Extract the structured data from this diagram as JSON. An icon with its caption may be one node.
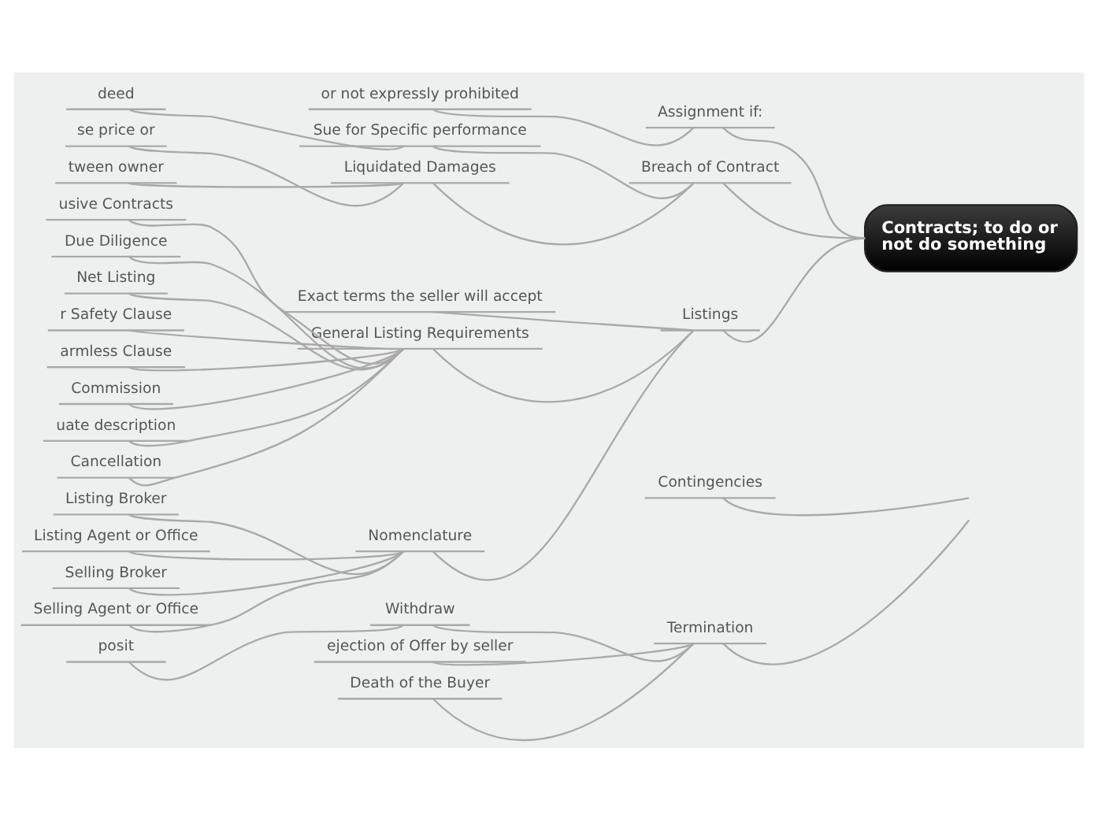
{
  "diagram": {
    "nodes": [
      {
        "text": [
          "Contracts; to do or not do something"
        ]
      },
      {
        "text": [
          "Assignment if:"
        ]
      },
      {
        "text": [
          "or not expressly prohibited"
        ]
      },
      {
        "text": [
          "Breach of Contract"
        ]
      },
      {
        "text": [
          "Sue for Specific performance"
        ]
      },
      {
        "text": [
          "deed"
        ]
      },
      {
        "text": [
          "Liquidated Damages"
        ]
      },
      {
        "text": [
          "se price or"
        ]
      },
      {
        "text": [
          "tween owner"
        ]
      },
      {
        "text": [
          "Listings"
        ]
      },
      {
        "text": [
          "Exact terms the seller will accept"
        ]
      },
      {
        "text": [
          "General Listing Requirements"
        ]
      },
      {
        "text": [
          "usive Contracts"
        ]
      },
      {
        "text": [
          "Due Diligence"
        ]
      },
      {
        "text": [
          "Net Listing"
        ]
      },
      {
        "text": [
          "r Safety Clause"
        ]
      },
      {
        "text": [
          "armless Clause"
        ]
      },
      {
        "text": [
          "Commission"
        ]
      },
      {
        "text": [
          "uate description"
        ]
      },
      {
        "text": [
          "Cancellation"
        ]
      },
      {
        "text": [
          "Nomenclature"
        ]
      },
      {
        "text": [
          "Listing Broker"
        ]
      },
      {
        "text": [
          "Listing Agent or Office"
        ]
      },
      {
        "text": [
          "Selling Broker"
        ]
      },
      {
        "text": [
          "Selling Agent or Office"
        ]
      },
      {
        "text": [
          "Contingencies"
        ]
      },
      {
        "text": [
          "Termination"
        ]
      },
      {
        "text": [
          "Withdraw"
        ]
      },
      {
        "text": [
          "posit"
        ]
      },
      {
        "text": [
          "ejection of Offer by seller"
        ]
      },
      {
        "text": [
          "Death of the Buyer"
        ]
      }
    ],
    "edges": [
      {
        "from": 0,
        "to": 1,
        "arrow": "none"
      },
      {
        "from": 1,
        "to": 2,
        "arrow": "none"
      },
      {
        "from": 0,
        "to": 3,
        "arrow": "none"
      },
      {
        "from": 3,
        "to": 4,
        "arrow": "none"
      },
      {
        "from": 4,
        "to": 5,
        "arrow": "none"
      },
      {
        "from": 3,
        "to": 6,
        "arrow": "none"
      },
      {
        "from": 6,
        "to": 7,
        "arrow": "none"
      },
      {
        "from": 6,
        "to": 8,
        "arrow": "none"
      },
      {
        "from": 0,
        "to": 9,
        "arrow": "none"
      },
      {
        "from": 9,
        "to": 10,
        "arrow": "none"
      },
      {
        "from": 9,
        "to": 11,
        "arrow": "none"
      },
      {
        "from": 11,
        "to": 12,
        "arrow": "none"
      },
      {
        "from": 11,
        "to": 13,
        "arrow": "none"
      },
      {
        "from": 11,
        "to": 14,
        "arrow": "none"
      },
      {
        "from": 11,
        "to": 15,
        "arrow": "none"
      },
      {
        "from": 11,
        "to": 16,
        "arrow": "none"
      },
      {
        "from": 11,
        "to": 17,
        "arrow": "none"
      },
      {
        "from": 11,
        "to": 18,
        "arrow": "none"
      },
      {
        "from": 11,
        "to": 19,
        "arrow": "none"
      },
      {
        "from": 9,
        "to": 20,
        "arrow": "none"
      },
      {
        "from": 20,
        "to": 21,
        "arrow": "none"
      },
      {
        "from": 20,
        "to": 22,
        "arrow": "none"
      },
      {
        "from": 20,
        "to": 23,
        "arrow": "none"
      },
      {
        "from": 20,
        "to": 24,
        "arrow": "none"
      },
      {
        "from": null,
        "to": 25,
        "arrow": "none"
      },
      {
        "from": null,
        "to": 26,
        "arrow": "none"
      },
      {
        "from": 26,
        "to": 27,
        "arrow": "none"
      },
      {
        "from": 27,
        "to": 28,
        "arrow": "none"
      },
      {
        "from": 26,
        "to": 29,
        "arrow": "none"
      },
      {
        "from": 26,
        "to": 30,
        "arrow": "none"
      }
    ]
  }
}
